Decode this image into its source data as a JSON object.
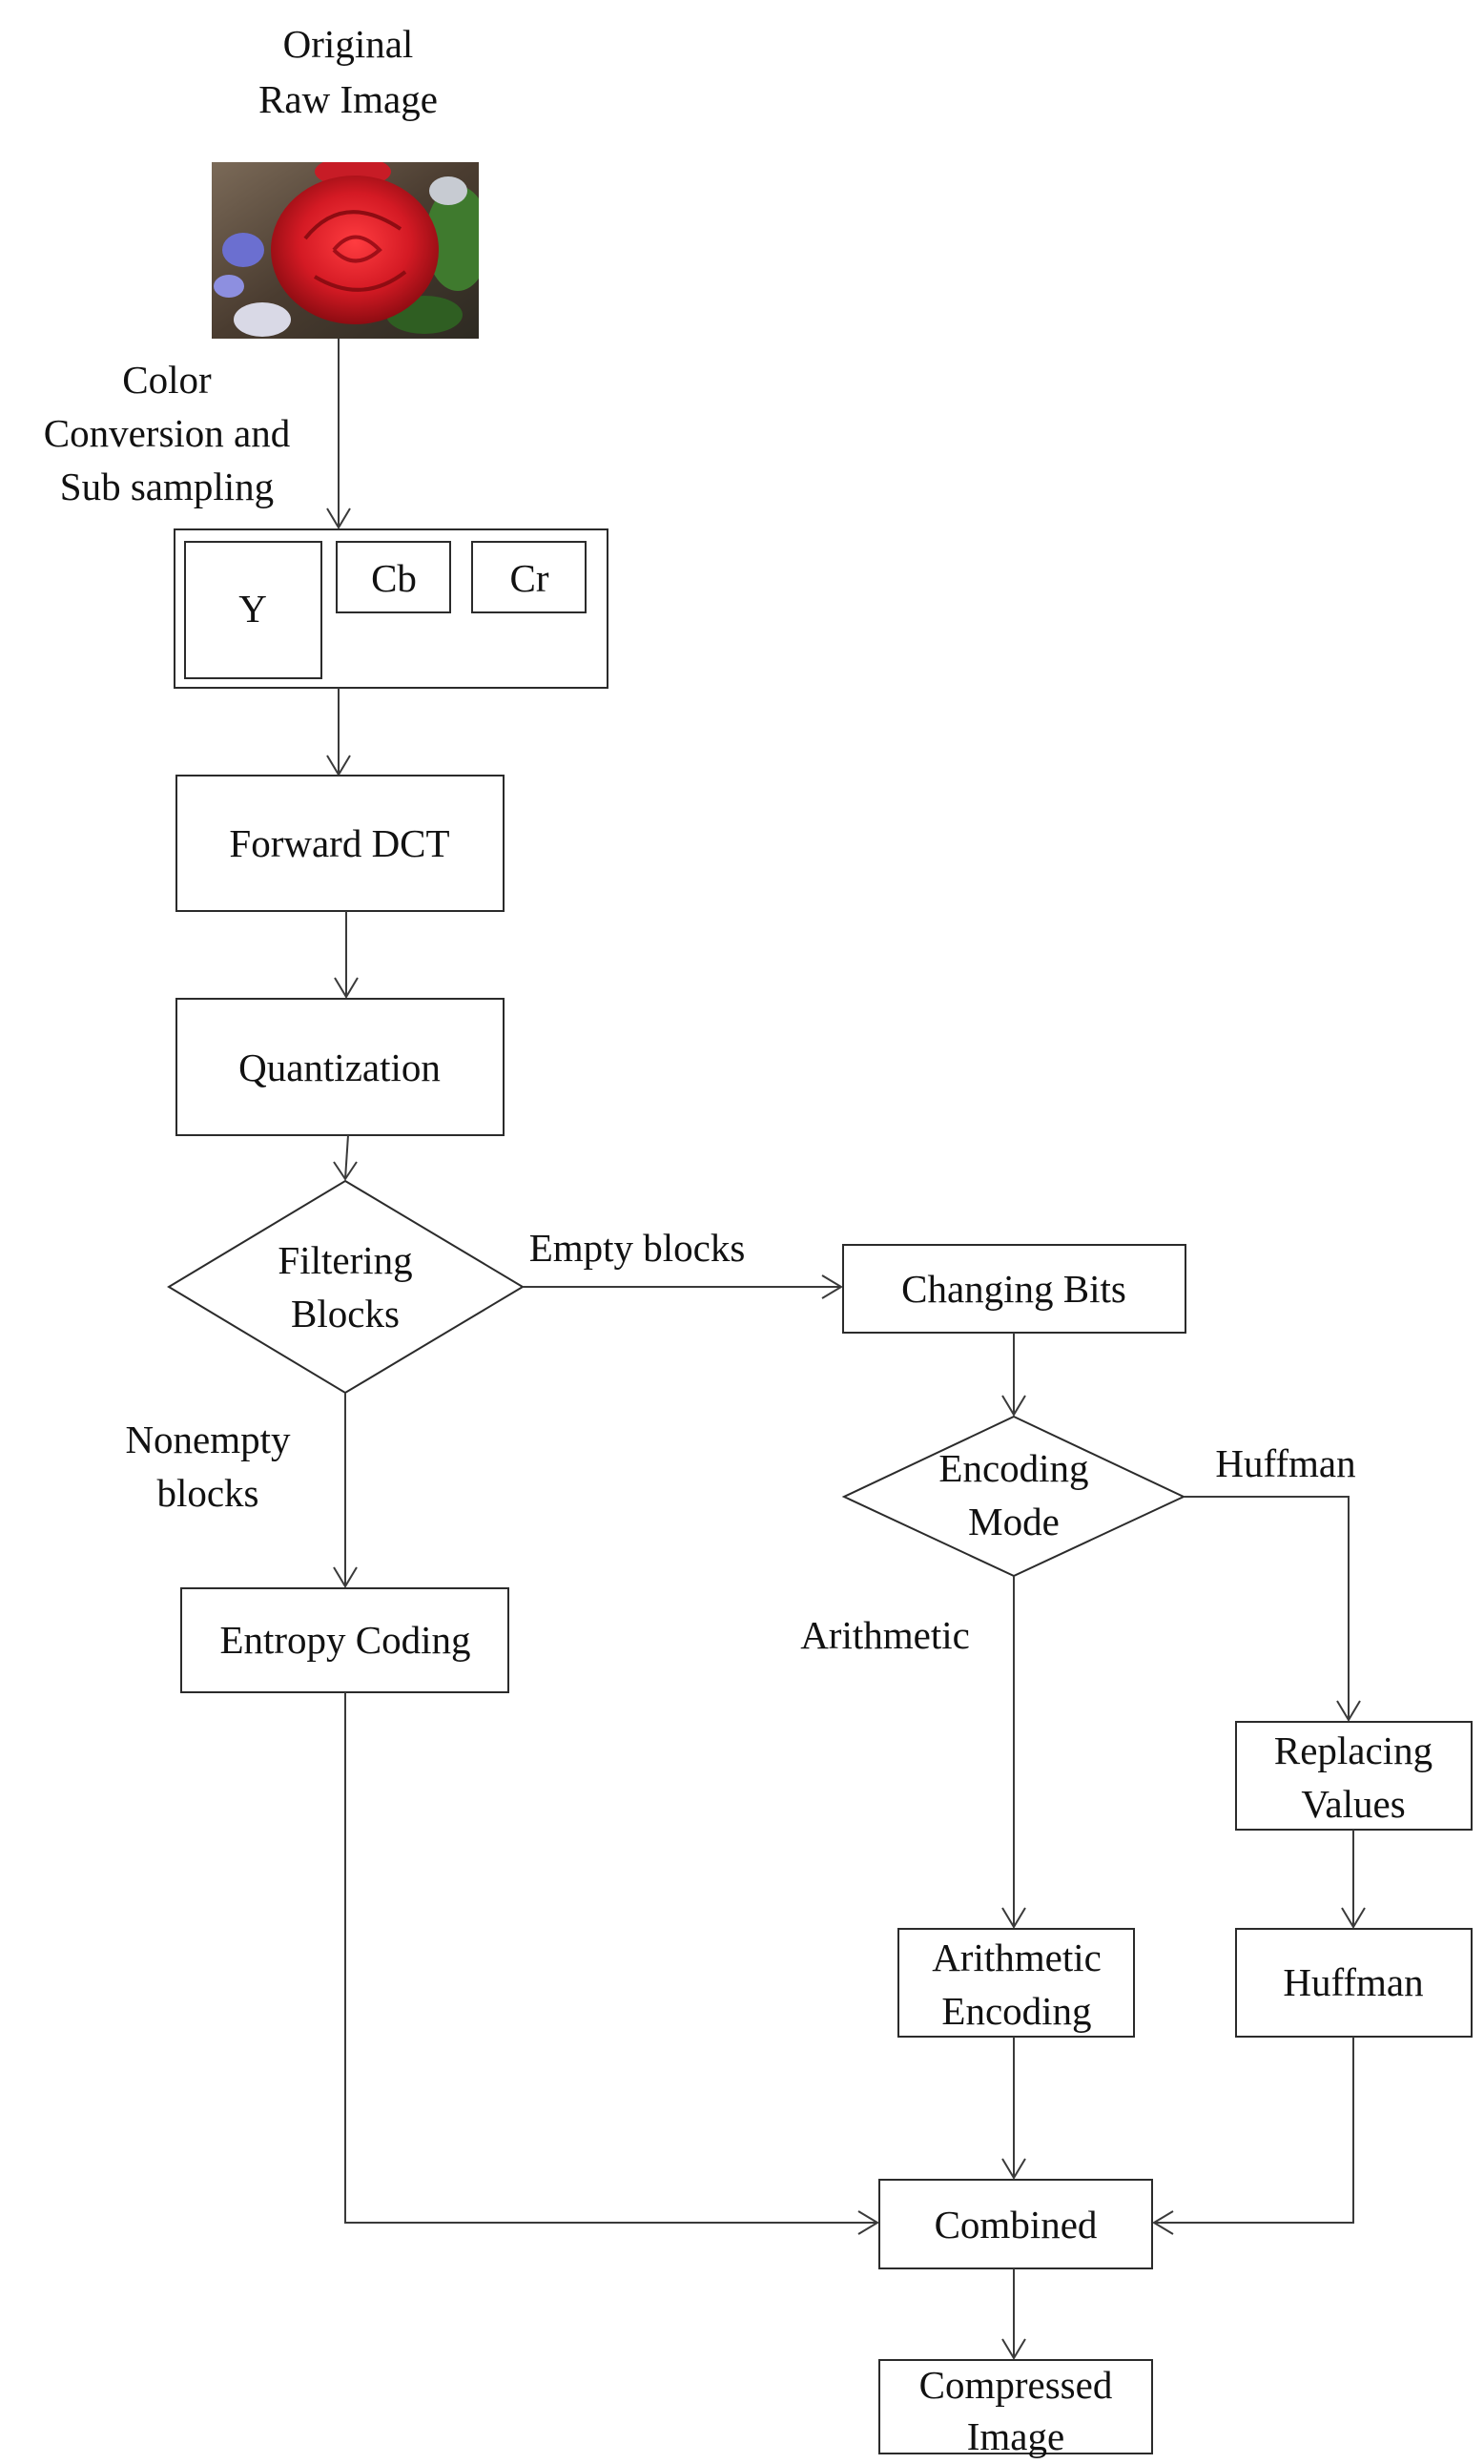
{
  "source_image": {
    "label_line1": "Original",
    "label_line2": "Raw Image",
    "picture": "red rose photograph"
  },
  "color_conversion": {
    "line1": "Color",
    "line2": "Conversion and",
    "line3": "Sub sampling"
  },
  "channels": {
    "y": "Y",
    "cb": "Cb",
    "cr": "Cr"
  },
  "steps": {
    "forward_dct": "Forward DCT",
    "quantization": "Quantization",
    "filtering_line1": "Filtering",
    "filtering_line2": "Blocks",
    "changing_bits": "Changing Bits",
    "encoding_mode_line1": "Encoding",
    "encoding_mode_line2": "Mode",
    "entropy_coding": "Entropy Coding",
    "replacing_line1": "Replacing",
    "replacing_line2": "Values",
    "huffman": "Huffman",
    "arithmetic_line1": "Arithmetic",
    "arithmetic_line2": "Encoding",
    "combined": "Combined",
    "compressed_line1": "Compressed",
    "compressed_line2": "Image"
  },
  "edge_labels": {
    "empty_blocks": "Empty blocks",
    "nonempty_line1": "Nonempty",
    "nonempty_line2": "blocks",
    "huffman": "Huffman",
    "arithmetic": "Arithmetic"
  },
  "colors": {
    "stroke": "#2b2b2b",
    "text": "#111111",
    "rose": "#d41a24",
    "leaves": "#3f7a2e",
    "photo_background": "#5b4a3c"
  }
}
